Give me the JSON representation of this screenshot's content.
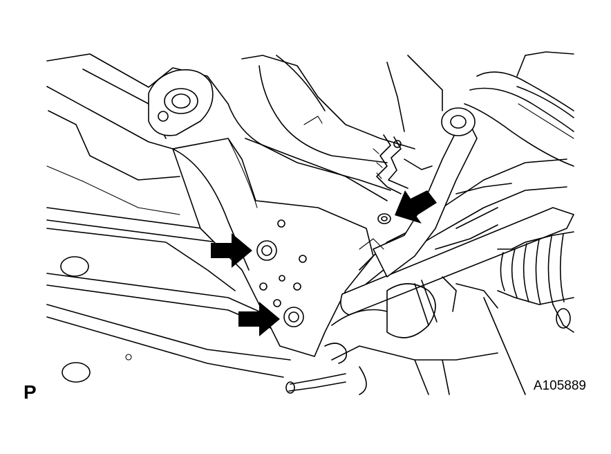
{
  "figure": {
    "view_label": "P",
    "figure_id": "A105889"
  },
  "callouts": [
    {
      "name": "arrow-upper-bolt",
      "direction": "right"
    },
    {
      "name": "arrow-lower-bolt",
      "direction": "right"
    },
    {
      "name": "arrow-nut",
      "direction": "down-left"
    }
  ]
}
